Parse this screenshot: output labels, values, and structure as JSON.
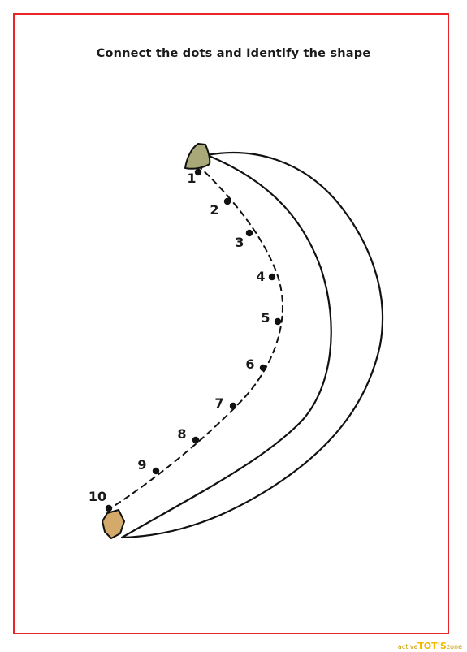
{
  "worksheet": {
    "title": "Connect the dots and Identify the shape",
    "dots": [
      {
        "label": "1"
      },
      {
        "label": "2"
      },
      {
        "label": "3"
      },
      {
        "label": "4"
      },
      {
        "label": "5"
      },
      {
        "label": "6"
      },
      {
        "label": "7"
      },
      {
        "label": "8"
      },
      {
        "label": "9"
      },
      {
        "label": "10"
      }
    ]
  },
  "brand": {
    "prefix": "active",
    "name": "TOT'S",
    "suffix": "zone"
  },
  "colors": {
    "frame_border": "#e8262a",
    "stem_top": "#a9a878",
    "stem_bottom": "#d4aa6a",
    "outline": "#111111",
    "brand": "#f2b800"
  }
}
